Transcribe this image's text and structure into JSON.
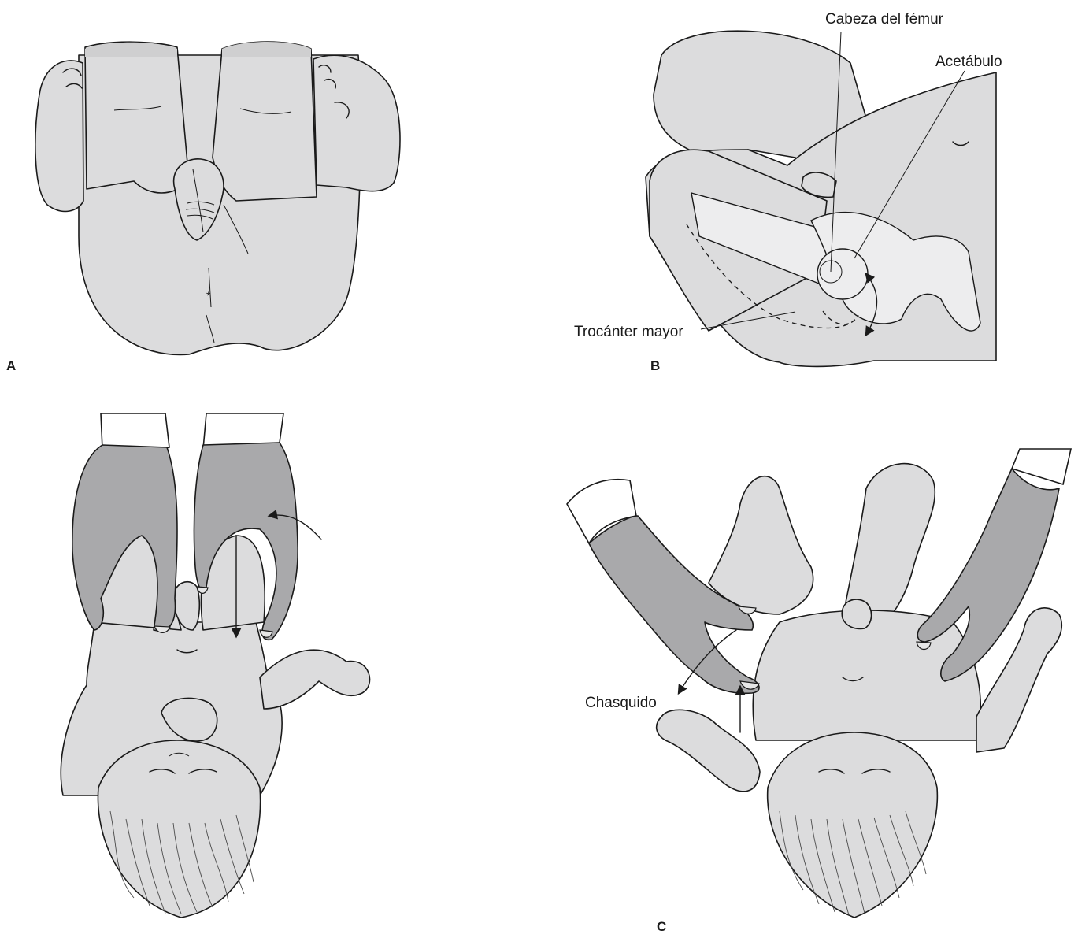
{
  "panels": {
    "a": "A",
    "b": "B",
    "c": "C"
  },
  "labels": {
    "femoral_head": "Cabeza del fémur",
    "acetabulum": "Acetábulo",
    "greater_trochanter": "Trocánter mayor",
    "click": "Chasquido"
  },
  "colors": {
    "skin": "#dcdcdd",
    "glove": "#a9a9ab",
    "bone": "#ededee",
    "outline": "#1a1a1a"
  }
}
